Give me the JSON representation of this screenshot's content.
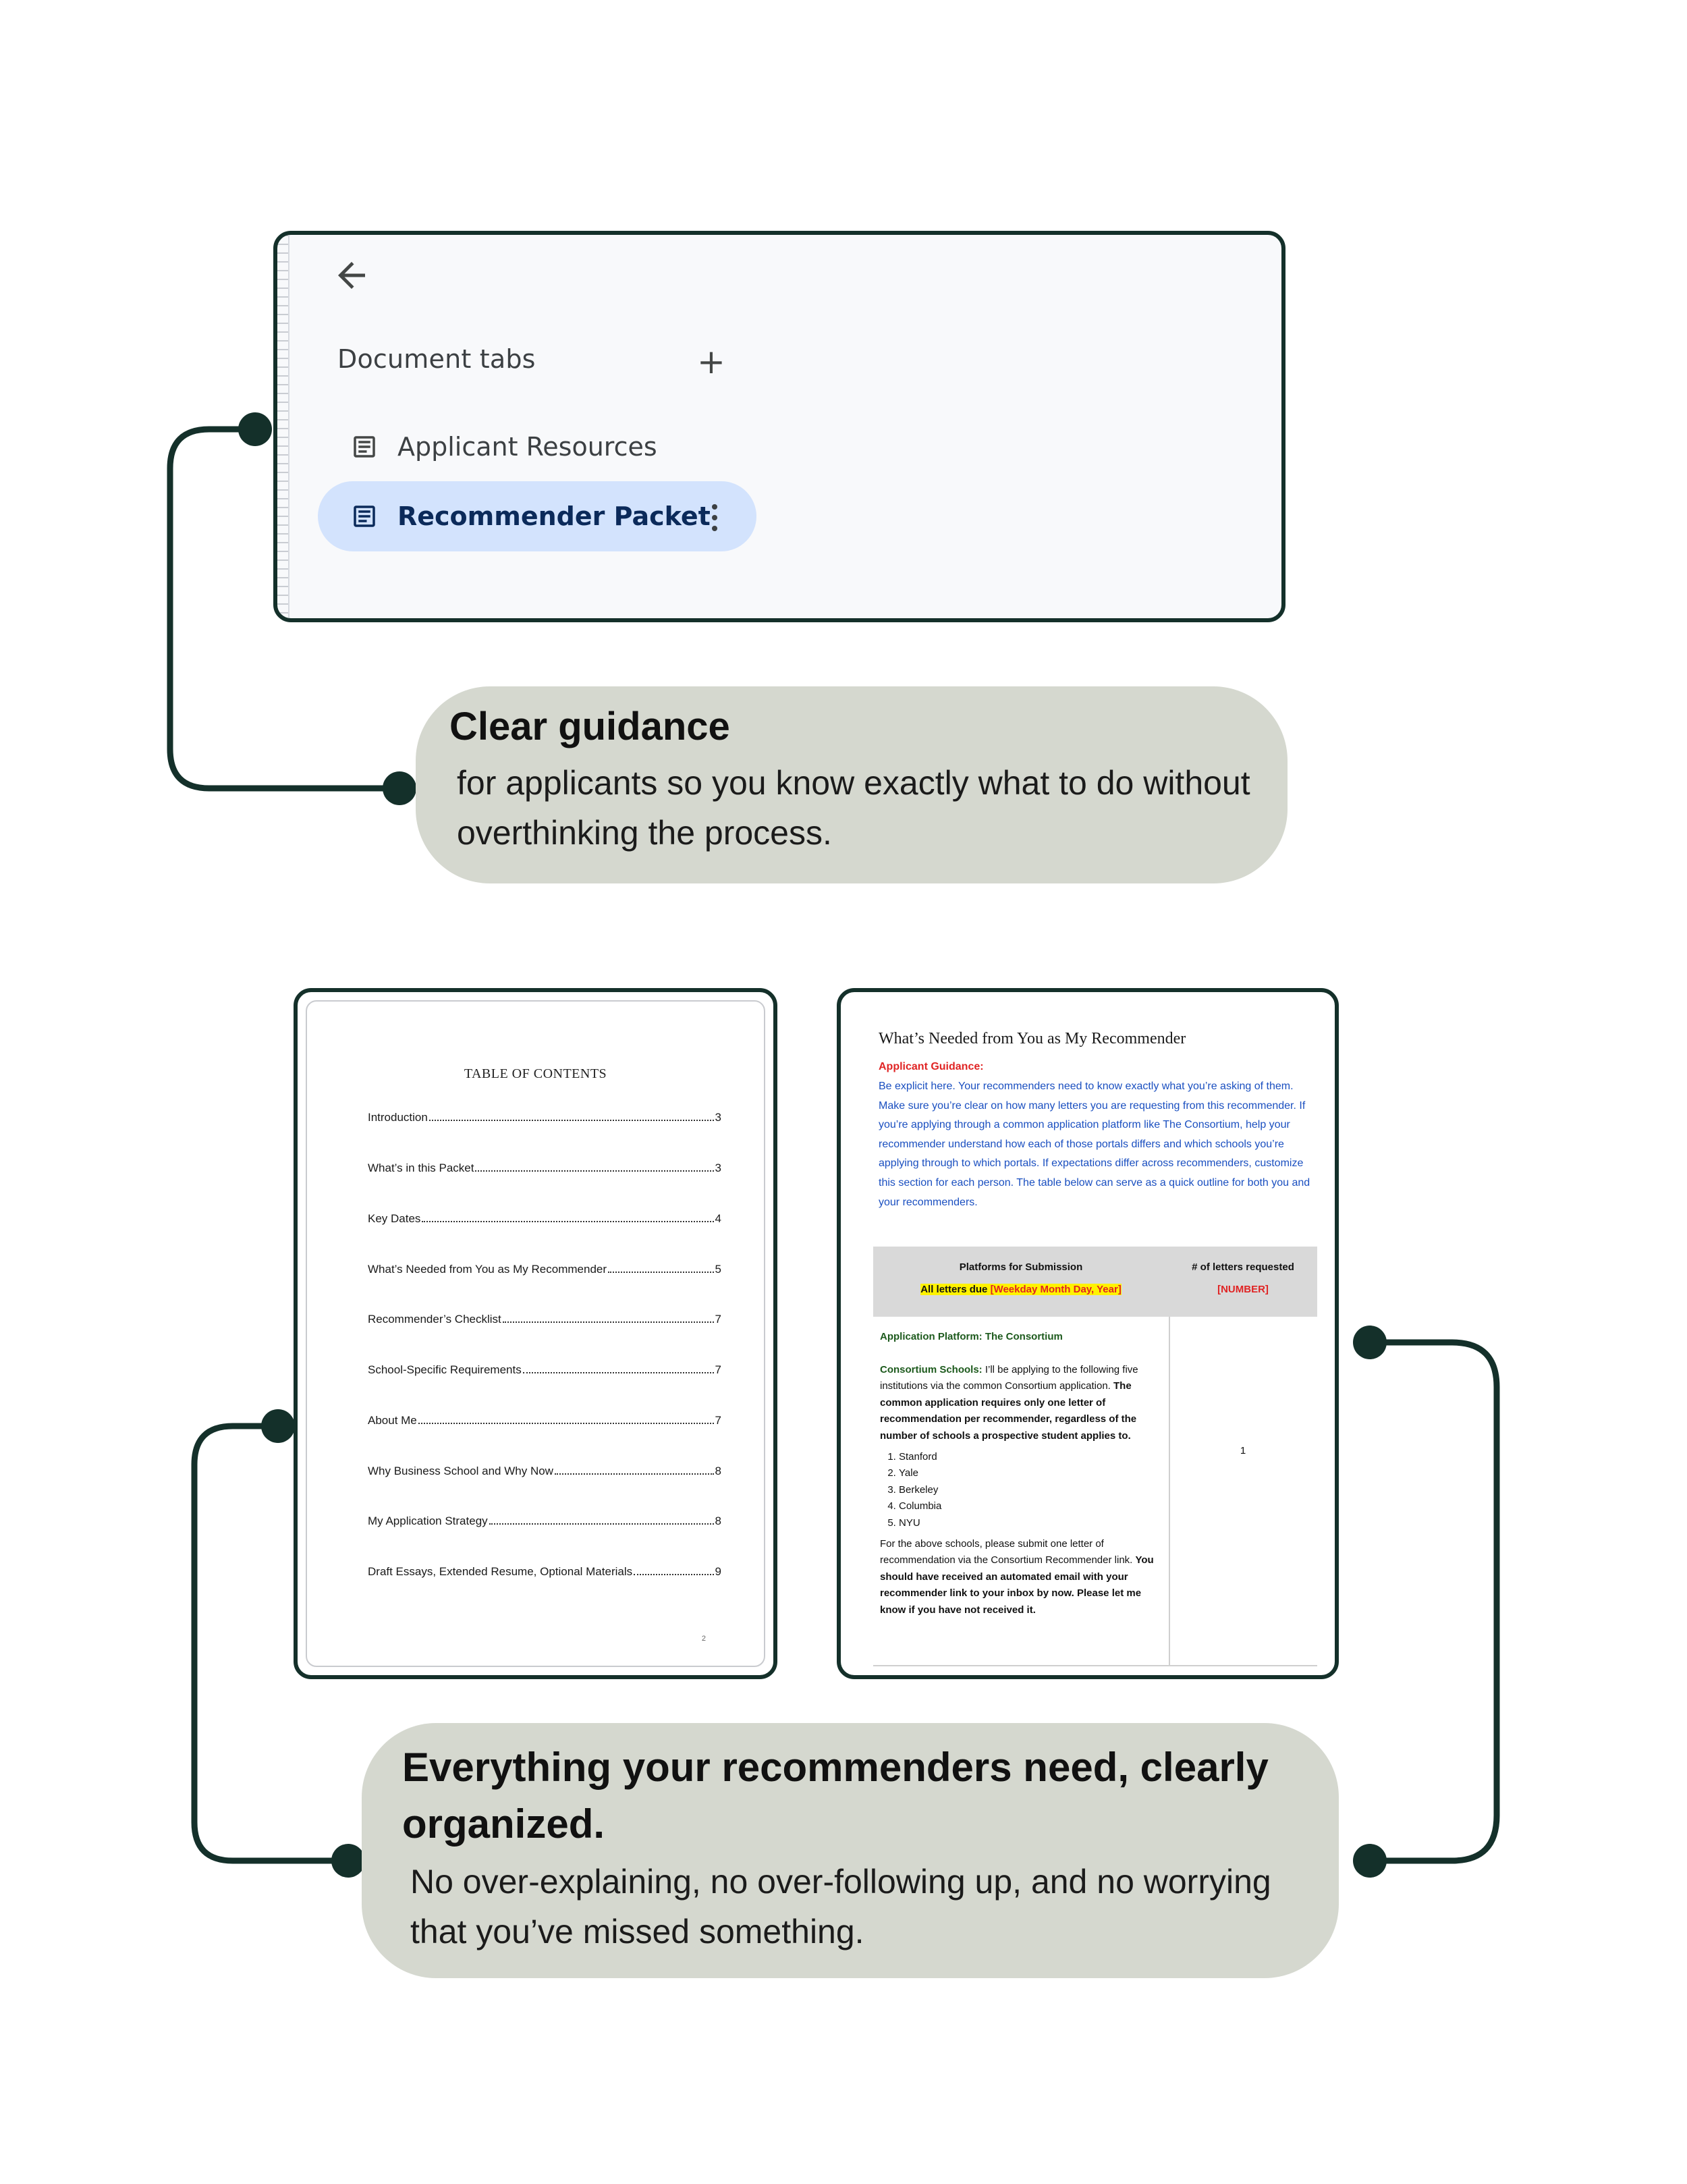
{
  "tabs_panel": {
    "heading": "Document tabs",
    "add_label": "+",
    "tabs": [
      {
        "label": "Applicant Resources",
        "icon": "document-icon"
      },
      {
        "label": "Recommender Packet",
        "icon": "document-icon",
        "active": true
      }
    ]
  },
  "callout_top": {
    "title": "Clear guidance",
    "body": "for applicants so you know exactly what to do without overthinking the process."
  },
  "toc_page": {
    "title": "TABLE OF CONTENTS",
    "entries": [
      {
        "title": "Introduction",
        "page": "3"
      },
      {
        "title": "What’s in this Packet",
        "page": "3"
      },
      {
        "title": "Key Dates",
        "page": "4"
      },
      {
        "title": "What’s Needed from You as My Recommender",
        "page": "5"
      },
      {
        "title": "Recommender’s Checklist",
        "page": "7"
      },
      {
        "title": "School-Specific Requirements",
        "page": "7"
      },
      {
        "title": "About Me",
        "page": "7"
      },
      {
        "title": "Why Business School and Why Now",
        "page": "8"
      },
      {
        "title": "My Application Strategy",
        "page": "8"
      },
      {
        "title": "Draft Essays, Extended Resume, Optional Materials",
        "page": "9"
      }
    ],
    "page_number": "2"
  },
  "recommender_page": {
    "heading": "What’s Needed from You as My Recommender",
    "guidance_label": "Applicant Guidance:",
    "guidance_text": "Be explicit here. Your recommenders need to know exactly what you’re asking of them. Make sure you’re clear on how many letters you are requesting from this recommender. If you’re applying through a common application platform like The Consortium, help your recommender understand how each of those portals differs and which schools you’re applying through to which portals. If expectations differ across recommenders, customize this section for each person. The table below can serve as a quick outline for both you and your recommenders.",
    "table": {
      "col1_header": "Platforms for Submission",
      "col2_header": "# of letters requested",
      "due_prefix": "All letters due ",
      "due_placeholder": "[Weekday Month Day, Year]",
      "number_placeholder": "[NUMBER]",
      "platform_label": "Application Platform: The Consortium",
      "schools_label": "Consortium Schools:",
      "schools_intro": " I’ll be applying to the following five institutions via the common Consortium application. ",
      "schools_bold": "The common application requires only one letter of recommendation per recommender, regardless of the number of schools a prospective student applies to.",
      "schools": [
        "Stanford",
        "Yale",
        "Berkeley",
        "Columbia",
        "NYU"
      ],
      "closing_text": "For the above schools, please submit one letter of recommendation via the Consortium Recommender link. ",
      "closing_bold": "You should have received an automated email with your recommender link to your inbox by now. Please let me know if you have not received it.",
      "letters_count": "1"
    }
  },
  "callout_bottom": {
    "title": "Everything your recommenders need, clearly organized.",
    "body": "No over-explaining, no over-following up, and no worrying that you’ve missed something."
  },
  "colors": {
    "connector": "#14302a",
    "pill_bg": "#d5d8cf",
    "active_tab_bg": "#d3e3fd",
    "guidance_blue": "#1a4fc0",
    "guidance_red": "#e02424",
    "highlight_yellow": "#fff200",
    "platform_green": "#1d5a1d"
  }
}
